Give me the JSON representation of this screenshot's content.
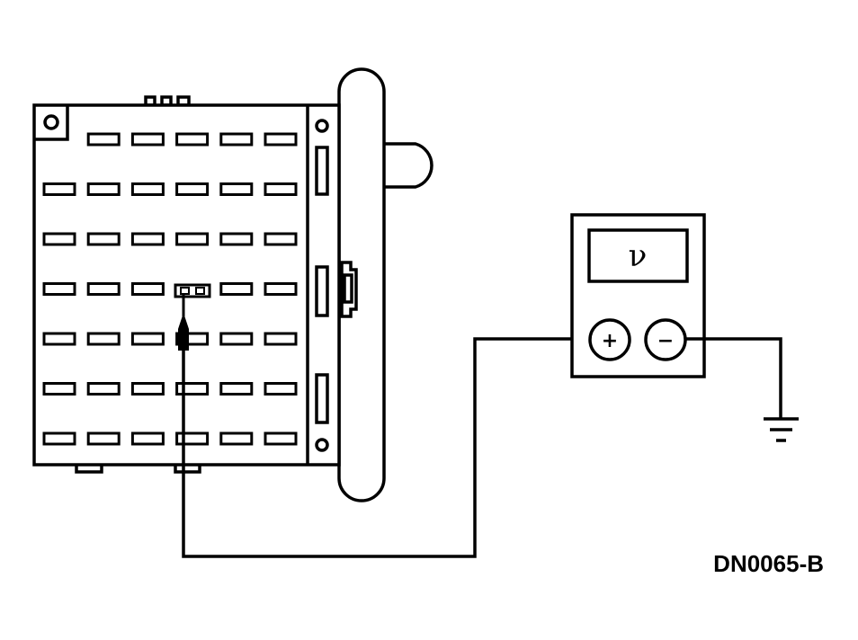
{
  "meter": {
    "display_symbol": "ν",
    "positive_label": "+",
    "negative_label": "−"
  },
  "figure_code": "DN0065-B",
  "fuse_panel": {
    "rows": 7,
    "columns": 6
  },
  "icons": {
    "ground": "ground-symbol-icon",
    "probe": "test-probe-icon",
    "connector": "connector-icon"
  },
  "colors": {
    "line": "#000000",
    "background": "#ffffff"
  }
}
